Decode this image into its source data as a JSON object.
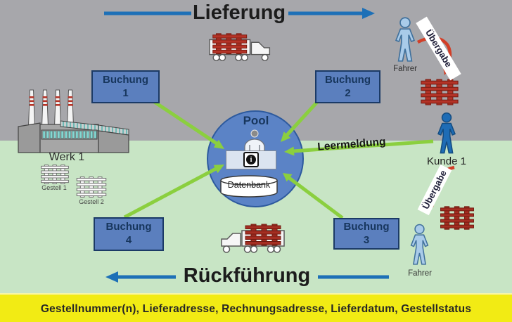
{
  "titles": {
    "delivery": "Lieferung",
    "return": "Rückführung"
  },
  "banner": {
    "text": "Gestellnummer(n), Lieferadresse, Rechnungsadresse, Lieferdatum, Gestellstatus"
  },
  "pool": {
    "label": "Pool",
    "database": "Datenbank",
    "info_glyph": "i"
  },
  "bookings": [
    {
      "name": "Buchung",
      "number": "1"
    },
    {
      "name": "Buchung",
      "number": "2"
    },
    {
      "name": "Buchung",
      "number": "3"
    },
    {
      "name": "Buchung",
      "number": "4"
    }
  ],
  "factory": {
    "label": "Werk 1"
  },
  "racks": {
    "rack1": "Gestell 1",
    "rack2": "Gestell 2"
  },
  "people": {
    "driver_top": "Fahrer",
    "customer": "Kunde 1",
    "driver_bottom": "Fahrer"
  },
  "flows": {
    "empty_report": "Leermeldung",
    "handover_top": "Übergabe",
    "handover_bottom": "Übergabe"
  },
  "colors": {
    "background_top": "#a7a7ab",
    "background_bottom": "#c8e5c5",
    "banner": "#f2eb14",
    "arrow_blue": "#1d70b7",
    "arrow_green": "#8bcf3f",
    "arrow_red": "#d23f28",
    "box_blue": "#5b7fbe",
    "navy_text": "#17365d",
    "brick_red": "#b43327"
  }
}
